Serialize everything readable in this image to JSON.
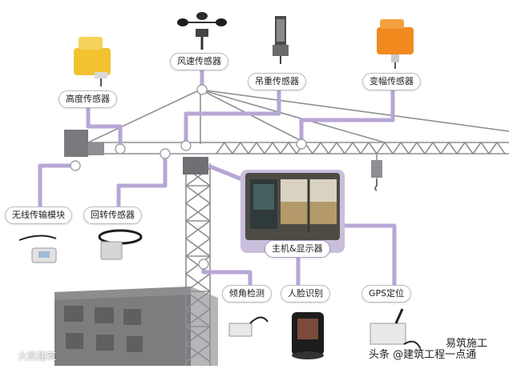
{
  "labels": {
    "wind": "风速传感器",
    "lift": "吊重传感器",
    "luff": "变幅传感器",
    "height": "高度传感器",
    "wireless": "无线传输模块",
    "slew": "回转传感器",
    "host": "主机&显示器",
    "tilt": "倾角检测",
    "face": "人脸识别",
    "gps": "GPS定位"
  },
  "watermarks": {
    "bottom_left": "大凯建筑",
    "bottom_right_top": "易筑施工",
    "bottom_right": "头条 @建筑工程一点通"
  },
  "colors": {
    "connector": "#b7a6d6",
    "crane": "#8d8f93",
    "building": "#7d7d80",
    "sensor_orange": "#f08a1f",
    "sensor_yellow": "#f2c230"
  }
}
